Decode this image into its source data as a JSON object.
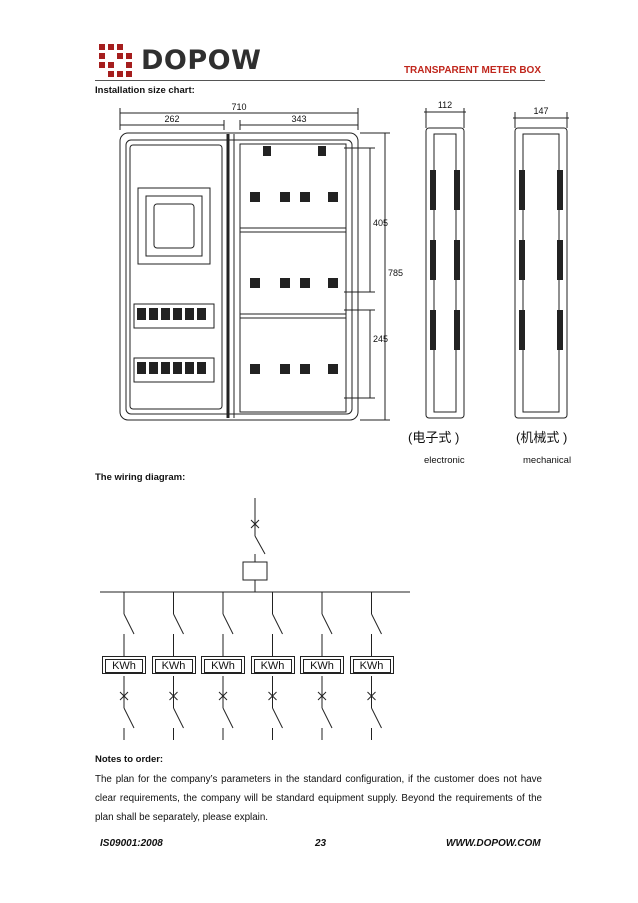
{
  "header": {
    "brand": "DOPOW",
    "title": "TRANSPARENT METER BOX"
  },
  "install": {
    "label": "Installation size chart:",
    "dims": {
      "overall_width": "710",
      "left_width": "262",
      "right_width": "343",
      "upper_height": "405",
      "total_height": "785",
      "lower_height": "245",
      "side_depth_electronic": "112",
      "side_depth_mechanical": "147"
    },
    "cn_electronic": "(电子式 )",
    "cn_mechanical": "(机械式 )",
    "caption_electronic": "electronic",
    "caption_mechanical": "mechanical"
  },
  "wiring": {
    "label": "The wiring diagram:",
    "meters": [
      "KWh",
      "KWh",
      "KWh",
      "KWh",
      "KWh",
      "KWh"
    ]
  },
  "notes": {
    "title": "Notes to order:",
    "body": "The plan for the company’s parameters in the standard configuration, if the customer does not have clear requirements, the company will be standard equipment supply. Beyond the requirements of the plan shall be separately, please explain."
  },
  "footer": {
    "left": "IS09001:2008",
    "page": "23",
    "right": "WWW.DOPOW.COM"
  }
}
